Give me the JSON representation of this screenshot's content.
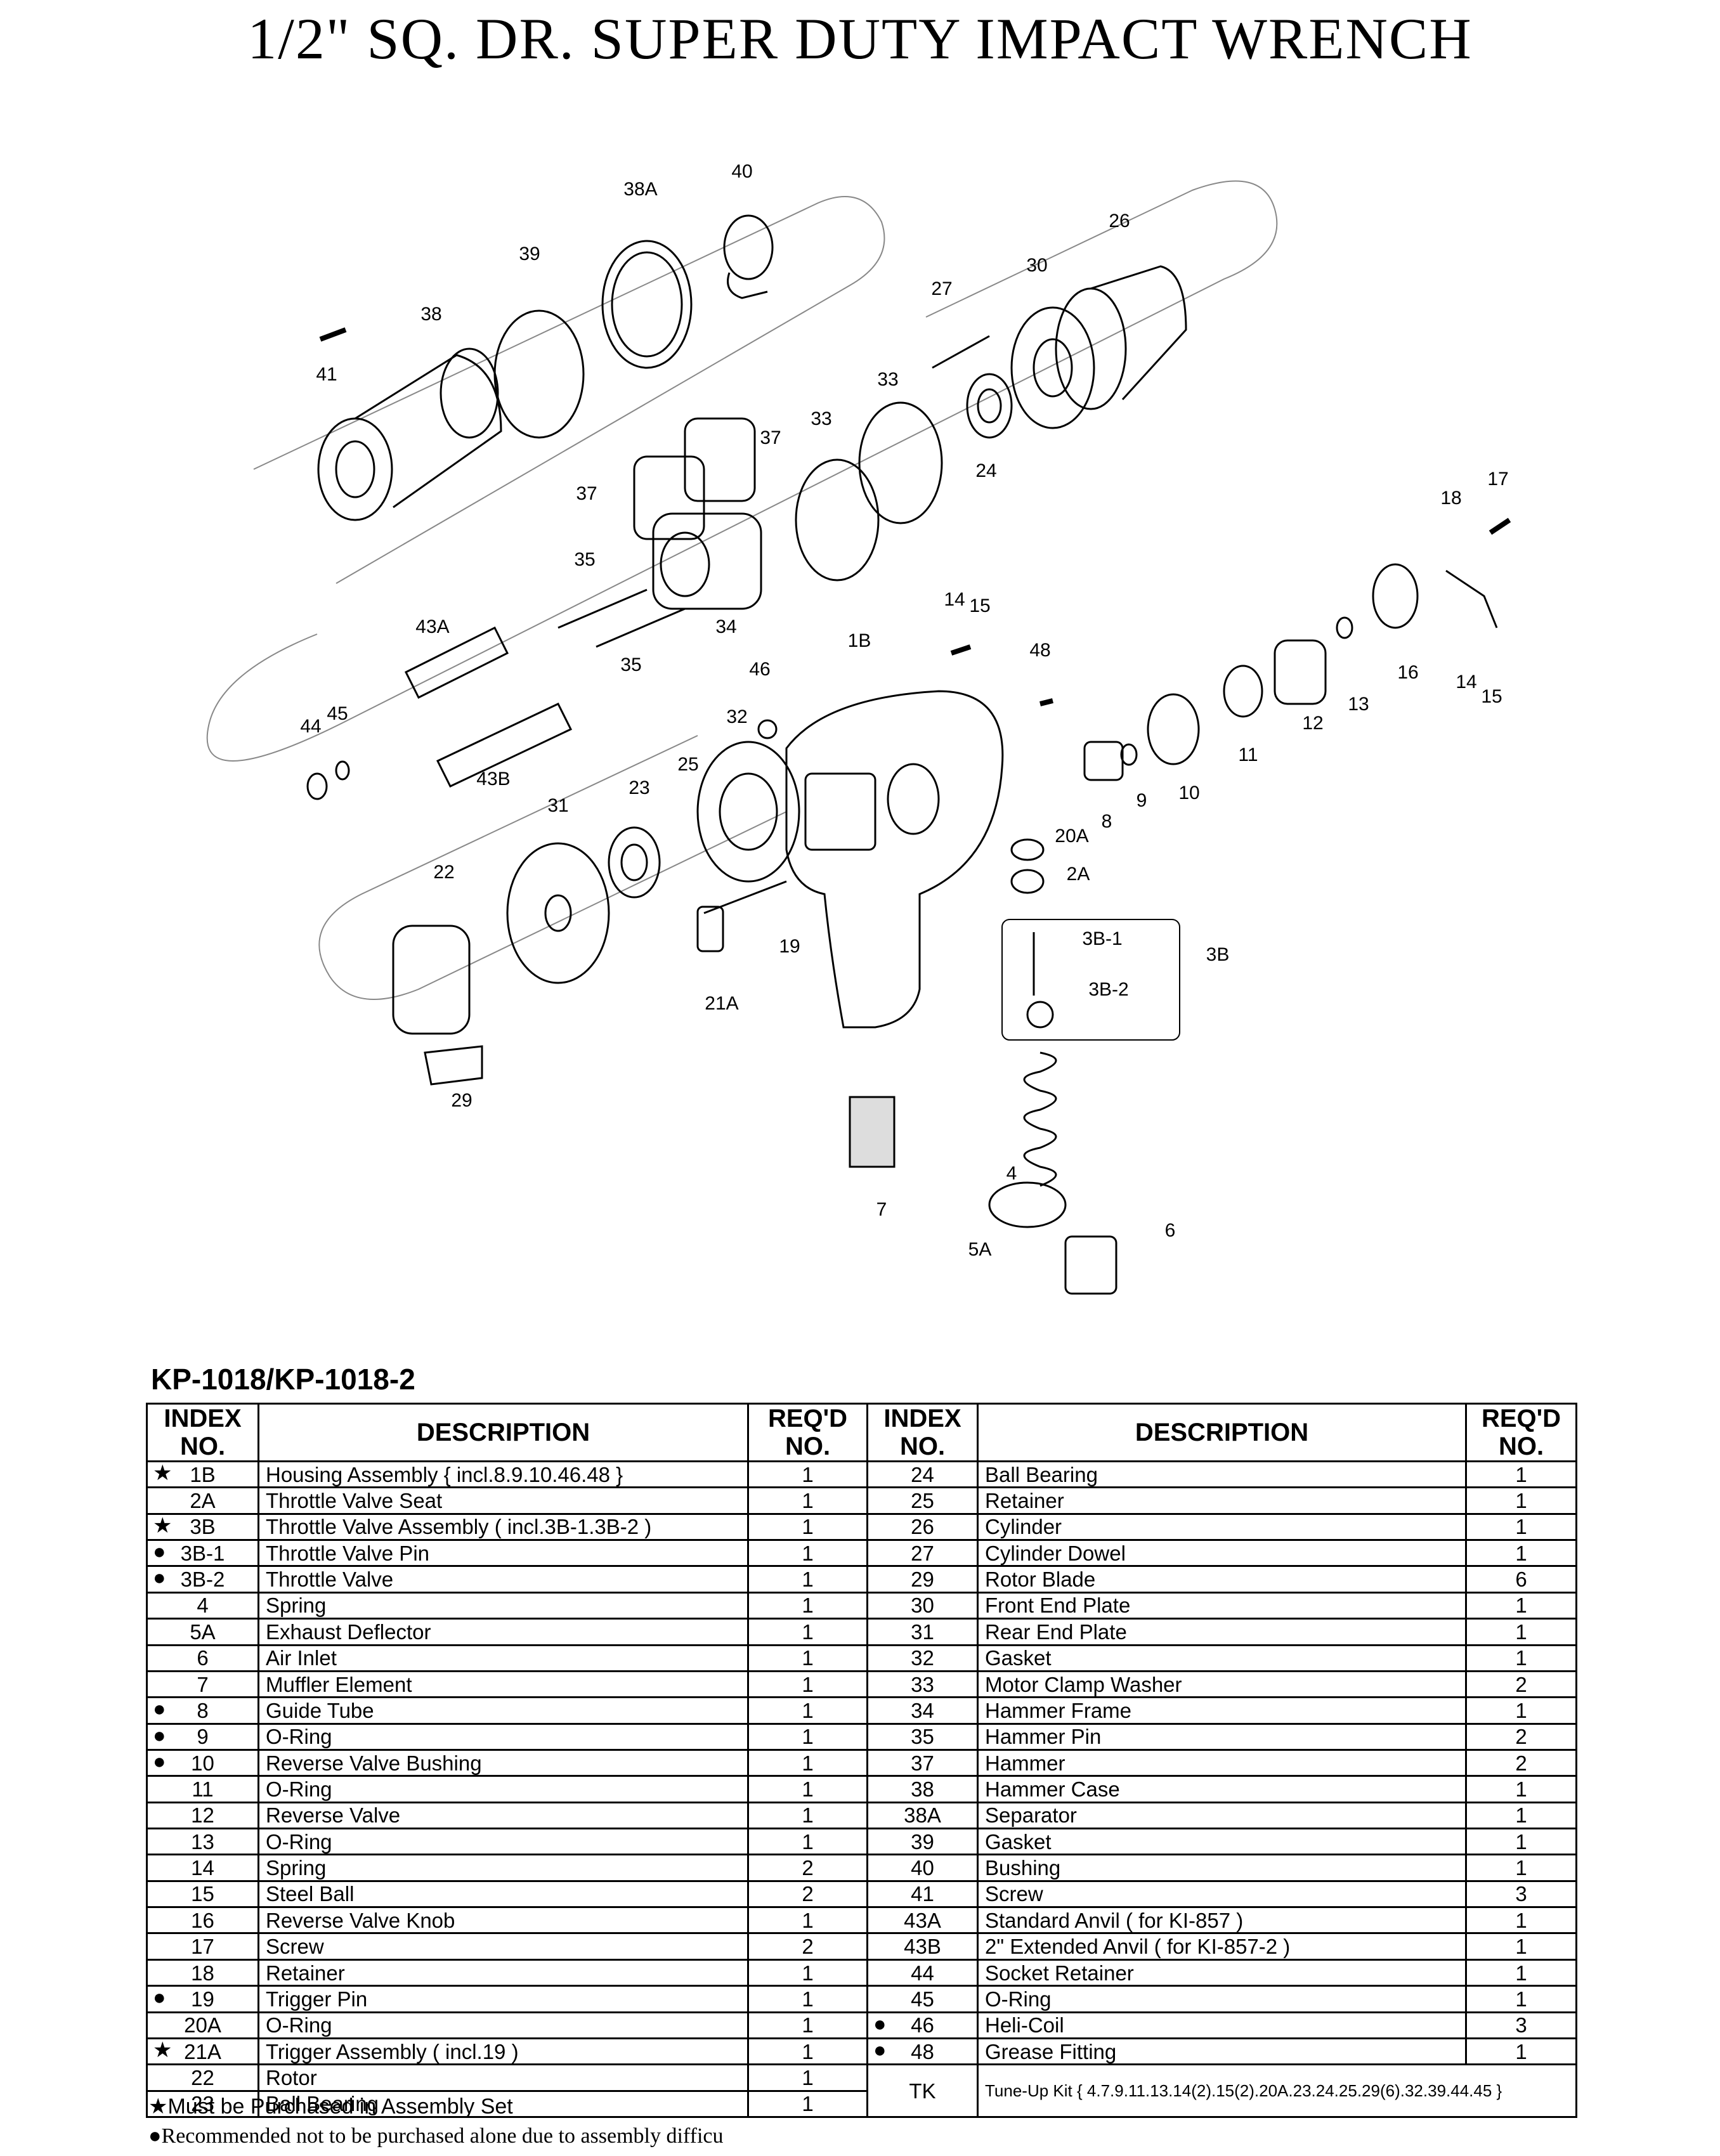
{
  "title": "1/2\" SQ. DR. SUPER DUTY IMPACT WRENCH",
  "diagram": {
    "callouts": [
      "40",
      "38A",
      "39",
      "38",
      "41",
      "27",
      "30",
      "26",
      "33",
      "33",
      "37",
      "37",
      "24",
      "35",
      "34",
      "43A",
      "35",
      "14",
      "15",
      "1B",
      "48",
      "46",
      "32",
      "45",
      "44",
      "43B",
      "25",
      "23",
      "31",
      "22",
      "19",
      "21A",
      "29",
      "20A",
      "2A",
      "3B-1",
      "3B",
      "3B-2",
      "7",
      "4",
      "5A",
      "6",
      "8",
      "9",
      "10",
      "11",
      "12",
      "13",
      "16",
      "14",
      "15",
      "18",
      "17"
    ]
  },
  "table": {
    "model": "KP-1018/KP-1018-2",
    "headers": {
      "index_l1": "INDEX",
      "index_l2": "NO.",
      "desc": "DESCRIPTION",
      "req_l1": "REQ'D",
      "req_l2": "NO."
    },
    "rows": [
      {
        "ls": "★",
        "li": "1B",
        "ld": "Housing Assembly { incl.8.9.10.46.48 }",
        "lq": "1",
        "rs": "",
        "ri": "24",
        "rd": "Ball Bearing",
        "rq": "1"
      },
      {
        "ls": "",
        "li": "2A",
        "ld": "Throttle Valve Seat",
        "lq": "1",
        "rs": "",
        "ri": "25",
        "rd": "Retainer",
        "rq": "1"
      },
      {
        "ls": "★",
        "li": "3B",
        "ld": "Throttle Valve Assembly ( incl.3B-1.3B-2 )",
        "lq": "1",
        "rs": "",
        "ri": "26",
        "rd": "Cylinder",
        "rq": "1"
      },
      {
        "ls": "●",
        "li": "3B-1",
        "ld": "Throttle Valve Pin",
        "lq": "1",
        "rs": "",
        "ri": "27",
        "rd": "Cylinder Dowel",
        "rq": "1"
      },
      {
        "ls": "●",
        "li": "3B-2",
        "ld": "Throttle Valve",
        "lq": "1",
        "rs": "",
        "ri": "29",
        "rd": "Rotor Blade",
        "rq": "6"
      },
      {
        "ls": "",
        "li": "4",
        "ld": "Spring",
        "lq": "1",
        "rs": "",
        "ri": "30",
        "rd": "Front End Plate",
        "rq": "1"
      },
      {
        "ls": "",
        "li": "5A",
        "ld": "Exhaust Deflector",
        "lq": "1",
        "rs": "",
        "ri": "31",
        "rd": "Rear End Plate",
        "rq": "1"
      },
      {
        "ls": "",
        "li": "6",
        "ld": "Air Inlet",
        "lq": "1",
        "rs": "",
        "ri": "32",
        "rd": "Gasket",
        "rq": "1"
      },
      {
        "ls": "",
        "li": "7",
        "ld": "Muffler Element",
        "lq": "1",
        "rs": "",
        "ri": "33",
        "rd": "Motor Clamp Washer",
        "rq": "2"
      },
      {
        "ls": "●",
        "li": "8",
        "ld": "Guide Tube",
        "lq": "1",
        "rs": "",
        "ri": "34",
        "rd": "Hammer Frame",
        "rq": "1"
      },
      {
        "ls": "●",
        "li": "9",
        "ld": "O-Ring",
        "lq": "1",
        "rs": "",
        "ri": "35",
        "rd": "Hammer Pin",
        "rq": "2"
      },
      {
        "ls": "●",
        "li": "10",
        "ld": "Reverse Valve Bushing",
        "lq": "1",
        "rs": "",
        "ri": "37",
        "rd": "Hammer",
        "rq": "2"
      },
      {
        "ls": "",
        "li": "11",
        "ld": "O-Ring",
        "lq": "1",
        "rs": "",
        "ri": "38",
        "rd": "Hammer Case",
        "rq": "1"
      },
      {
        "ls": "",
        "li": "12",
        "ld": "Reverse Valve",
        "lq": "1",
        "rs": "",
        "ri": "38A",
        "rd": "Separator",
        "rq": "1"
      },
      {
        "ls": "",
        "li": "13",
        "ld": "O-Ring",
        "lq": "1",
        "rs": "",
        "ri": "39",
        "rd": "Gasket",
        "rq": "1"
      },
      {
        "ls": "",
        "li": "14",
        "ld": "Spring",
        "lq": "2",
        "rs": "",
        "ri": "40",
        "rd": "Bushing",
        "rq": "1"
      },
      {
        "ls": "",
        "li": "15",
        "ld": "Steel Ball",
        "lq": "2",
        "rs": "",
        "ri": "41",
        "rd": "Screw",
        "rq": "3"
      },
      {
        "ls": "",
        "li": "16",
        "ld": "Reverse Valve Knob",
        "lq": "1",
        "rs": "",
        "ri": "43A",
        "rd": "Standard Anvil ( for KI-857 )",
        "rq": "1"
      },
      {
        "ls": "",
        "li": "17",
        "ld": "Screw",
        "lq": "2",
        "rs": "",
        "ri": "43B",
        "rd": "2\" Extended Anvil  ( for KI-857-2 )",
        "rq": "1"
      },
      {
        "ls": "",
        "li": "18",
        "ld": "Retainer",
        "lq": "1",
        "rs": "",
        "ri": "44",
        "rd": "Socket Retainer",
        "rq": "1"
      },
      {
        "ls": "●",
        "li": "19",
        "ld": "Trigger Pin",
        "lq": "1",
        "rs": "",
        "ri": "45",
        "rd": "O-Ring",
        "rq": "1"
      },
      {
        "ls": "",
        "li": "20A",
        "ld": "O-Ring",
        "lq": "1",
        "rs": "●",
        "ri": "46",
        "rd": "Heli-Coil",
        "rq": "3"
      },
      {
        "ls": "★",
        "li": "21A",
        "ld": "Trigger Assembly ( incl.19 )",
        "lq": "1",
        "rs": "●",
        "ri": "48",
        "rd": "Grease Fitting",
        "rq": "1"
      }
    ],
    "tail_rows": [
      {
        "li": "22",
        "ld": "Rotor",
        "lq": "1"
      },
      {
        "li": "23",
        "ld": "Ball Bearing",
        "lq": "1"
      }
    ],
    "tk": {
      "index": "TK",
      "desc": "Tune-Up Kit { 4.7.9.11.13.14(2).15(2).20A.23.24.25.29(6).32.39.44.45 }"
    },
    "notes": {
      "star": "★Must be Purchased in Assembly Set",
      "dot": "●Recommended not to be purchased alone due to assembly difficu"
    }
  }
}
